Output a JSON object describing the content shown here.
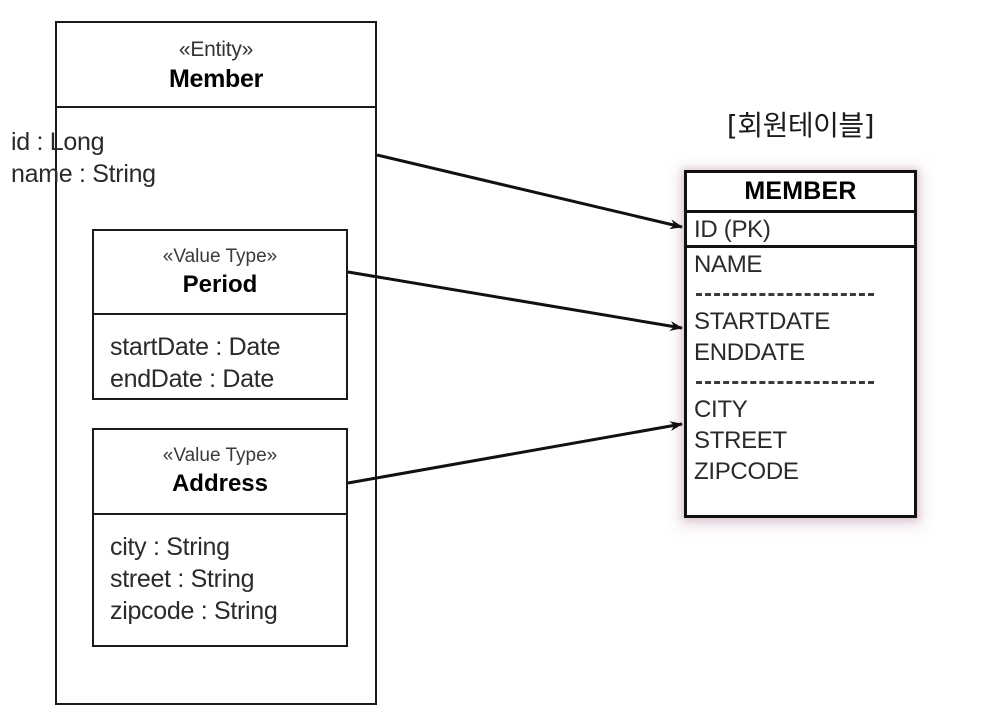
{
  "diagram": {
    "title": "Member entity to MEMBER table mapping",
    "entity": {
      "stereotype": "«Entity»",
      "name": "Member",
      "attributes": "id : Long\nname : String"
    },
    "value_types": [
      {
        "stereotype": "«Value Type»",
        "name": "Period",
        "attributes": "startDate : Date\nendDate : Date"
      },
      {
        "stereotype": "«Value Type»",
        "name": "Address",
        "attributes": "city : String\nstreet : String\nzipcode : String"
      }
    ],
    "table": {
      "caption": "[회원테이블]",
      "name": "MEMBER",
      "primary_key": "ID (PK)",
      "groups": [
        {
          "columns": "NAME"
        },
        {
          "columns": "STARTDATE\nENDDATE"
        },
        {
          "columns": "CITY\nSTREET\nZIPCODE"
        }
      ]
    },
    "mappings": [
      {
        "from": "Member",
        "to": "ID (PK)"
      },
      {
        "from": "Period",
        "to": "STARTDATE"
      },
      {
        "from": "Address",
        "to": "CITY"
      }
    ],
    "colors": {
      "stroke": "#1b1b1b",
      "table_stroke": "#111111",
      "table_glow": "#b07896",
      "background": "#ffffff",
      "text": "#2a2a2a"
    }
  }
}
